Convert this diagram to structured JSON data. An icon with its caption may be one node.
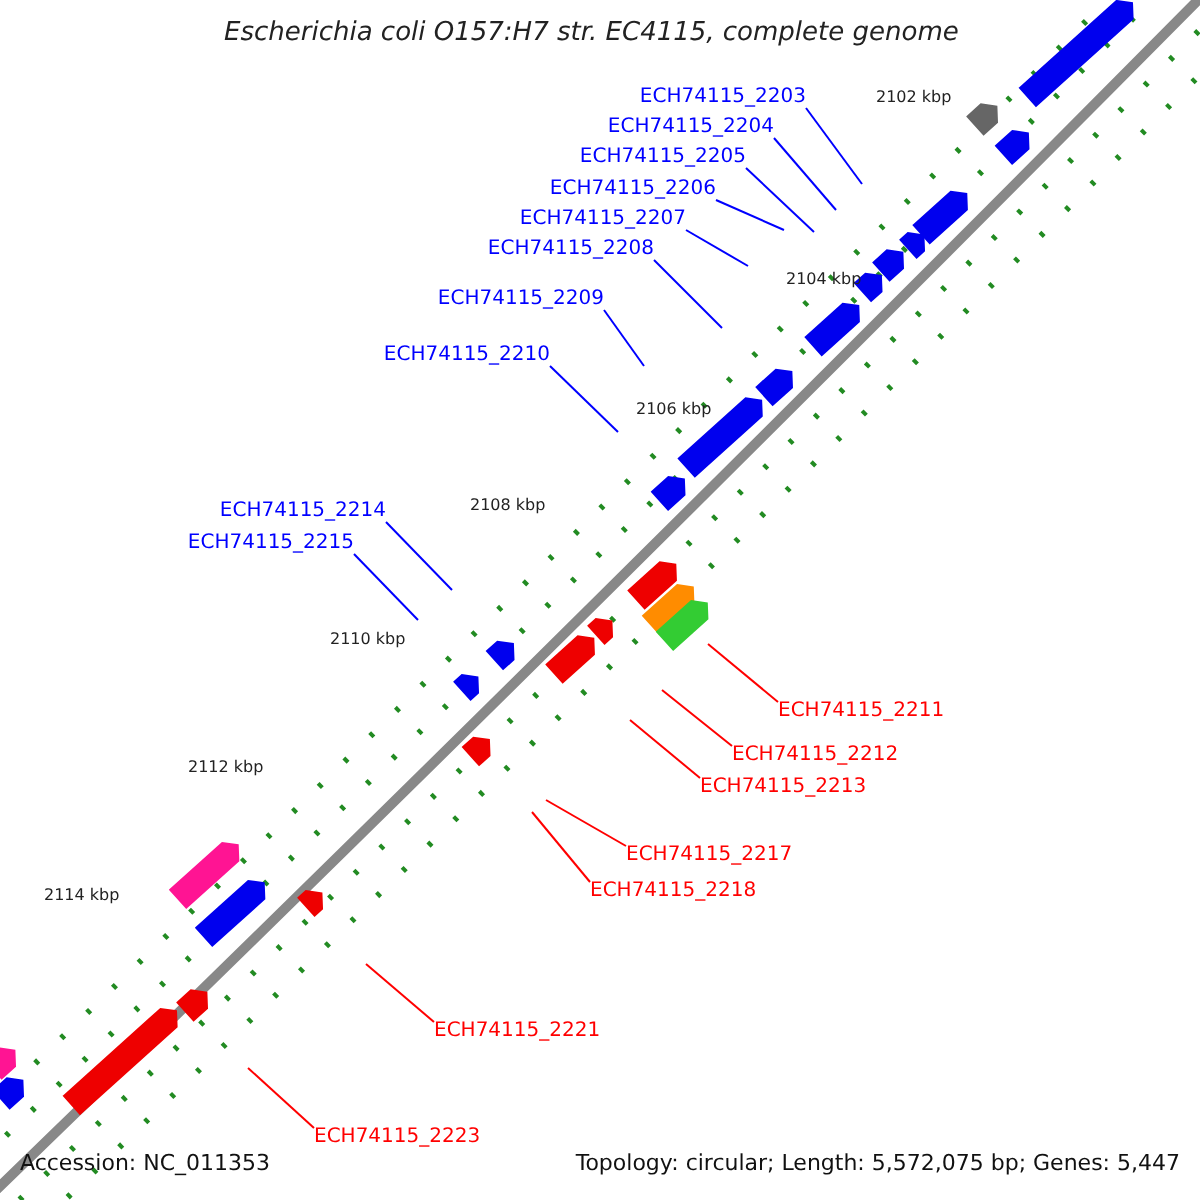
{
  "diagram": {
    "title": "Escherichia coli O157:H7 str. EC4115, complete genome",
    "nodes": [
      {
        "text": [
          "ECH74115_2203"
        ]
      },
      {
        "text": [
          "ECH74115_2204"
        ]
      },
      {
        "text": [
          "ECH74115_2205"
        ]
      },
      {
        "text": [
          "ECH74115_2206"
        ]
      },
      {
        "text": [
          "ECH74115_2207"
        ]
      },
      {
        "text": [
          "ECH74115_2208"
        ]
      },
      {
        "text": [
          "ECH74115_2209"
        ]
      },
      {
        "text": [
          "ECH74115_2210"
        ]
      },
      {
        "text": [
          "ECH74115_2214"
        ]
      },
      {
        "text": [
          "ECH74115_2215"
        ]
      },
      {
        "text": [
          "ECH74115_2211"
        ]
      },
      {
        "text": [
          "ECH74115_2212"
        ]
      },
      {
        "text": [
          "ECH74115_2213"
        ]
      },
      {
        "text": [
          "ECH74115_2217"
        ]
      },
      {
        "text": [
          "ECH74115_2218"
        ]
      },
      {
        "text": [
          "ECH74115_2221"
        ]
      },
      {
        "text": [
          "ECH74115_2223"
        ]
      }
    ],
    "edges": [
      {
        "from": 0,
        "to": null,
        "arrow": "none"
      },
      {
        "from": 1,
        "to": null,
        "arrow": "none"
      },
      {
        "from": 2,
        "to": null,
        "arrow": "none"
      },
      {
        "from": 3,
        "to": null,
        "arrow": "none"
      },
      {
        "from": 4,
        "to": null,
        "arrow": "none"
      },
      {
        "from": 5,
        "to": null,
        "arrow": "none"
      },
      {
        "from": 6,
        "to": null,
        "arrow": "none"
      },
      {
        "from": 7,
        "to": null,
        "arrow": "none"
      },
      {
        "from": 8,
        "to": null,
        "arrow": "none"
      },
      {
        "from": 9,
        "to": null,
        "arrow": "none"
      },
      {
        "from": 10,
        "to": null,
        "arrow": "none",
        "color": "#ff0000"
      },
      {
        "from": 11,
        "to": null,
        "arrow": "none",
        "color": "#ff0000"
      },
      {
        "from": 12,
        "to": null,
        "arrow": "none",
        "color": "#ff0000"
      },
      {
        "from": 13,
        "to": null,
        "arrow": "none",
        "color": "#ff0000"
      },
      {
        "from": 14,
        "to": null,
        "arrow": "none",
        "color": "#ff0000"
      },
      {
        "from": 15,
        "to": null,
        "arrow": "none",
        "color": "#ff0000"
      },
      {
        "from": 16,
        "to": null,
        "arrow": "none",
        "color": "#ff0000"
      }
    ],
    "labels": [
      "2102 kbp",
      "2104 kbp",
      "2106 kbp",
      "2108 kbp",
      "2110 kbp",
      "2112 kbp",
      "2114 kbp",
      "Accession: NC_011353",
      "Topology: circular; Length: 5,572,075 bp; Genes: 5,447"
    ]
  }
}
